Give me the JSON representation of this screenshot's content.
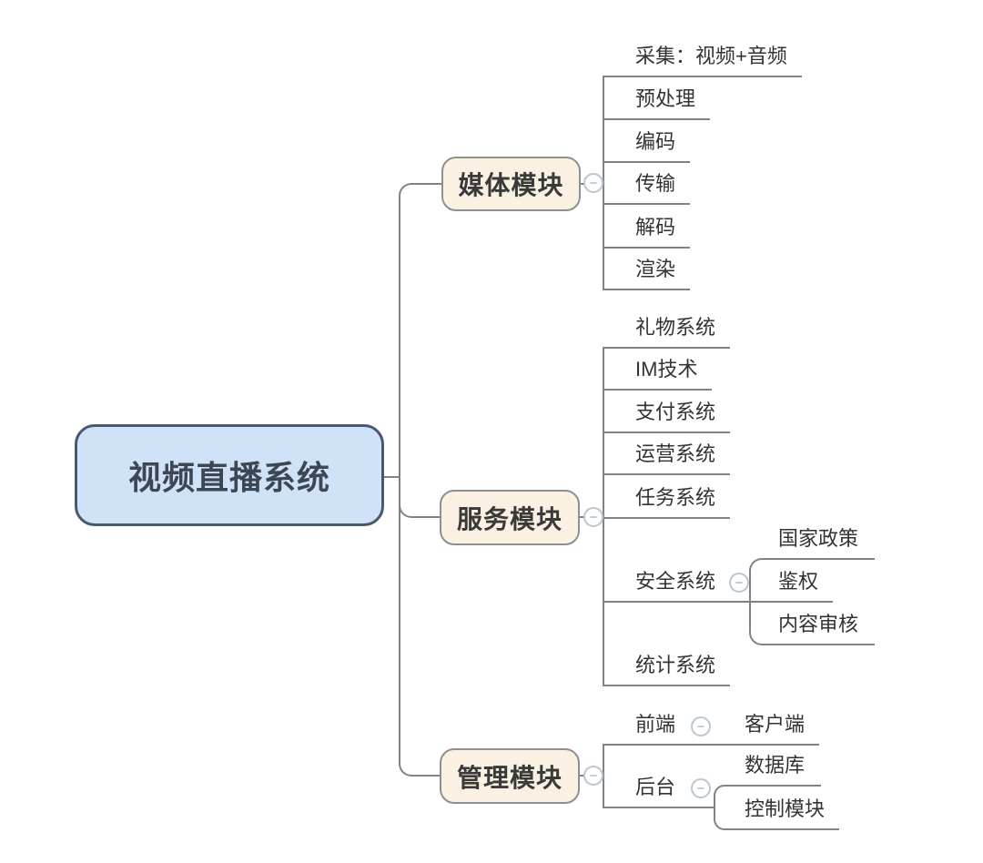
{
  "colors": {
    "background": "#ffffff",
    "root_fill": "#cfe2f7",
    "root_border": "#47586f",
    "root_text": "#3d4654",
    "branch_fill": "#faf1e3",
    "branch_border": "#8f8f8f",
    "line": "#7f8287",
    "topic_text": "#333333",
    "button_border": "#bac7d2",
    "button_fill": "#ffffff"
  },
  "icons": {
    "collapse_glyph": "−"
  },
  "root": {
    "label": "视频直播系统"
  },
  "branches": [
    {
      "label": "媒体模块",
      "children": [
        {
          "label": "采集：视频+音频"
        },
        {
          "label": "预处理"
        },
        {
          "label": "编码"
        },
        {
          "label": "传输"
        },
        {
          "label": "解码"
        },
        {
          "label": "渲染"
        }
      ]
    },
    {
      "label": "服务模块",
      "children": [
        {
          "label": "礼物系统"
        },
        {
          "label": "IM技术"
        },
        {
          "label": "支付系统"
        },
        {
          "label": "运营系统"
        },
        {
          "label": "任务系统"
        },
        {
          "label": "安全系统",
          "children": [
            {
              "label": "国家政策"
            },
            {
              "label": "鉴权"
            },
            {
              "label": "内容审核"
            }
          ]
        },
        {
          "label": "统计系统"
        }
      ]
    },
    {
      "label": "管理模块",
      "children": [
        {
          "label": "前端",
          "children": [
            {
              "label": "客户端"
            }
          ]
        },
        {
          "label": "后台",
          "children": [
            {
              "label": "数据库"
            },
            {
              "label": "控制模块"
            }
          ]
        }
      ]
    }
  ]
}
